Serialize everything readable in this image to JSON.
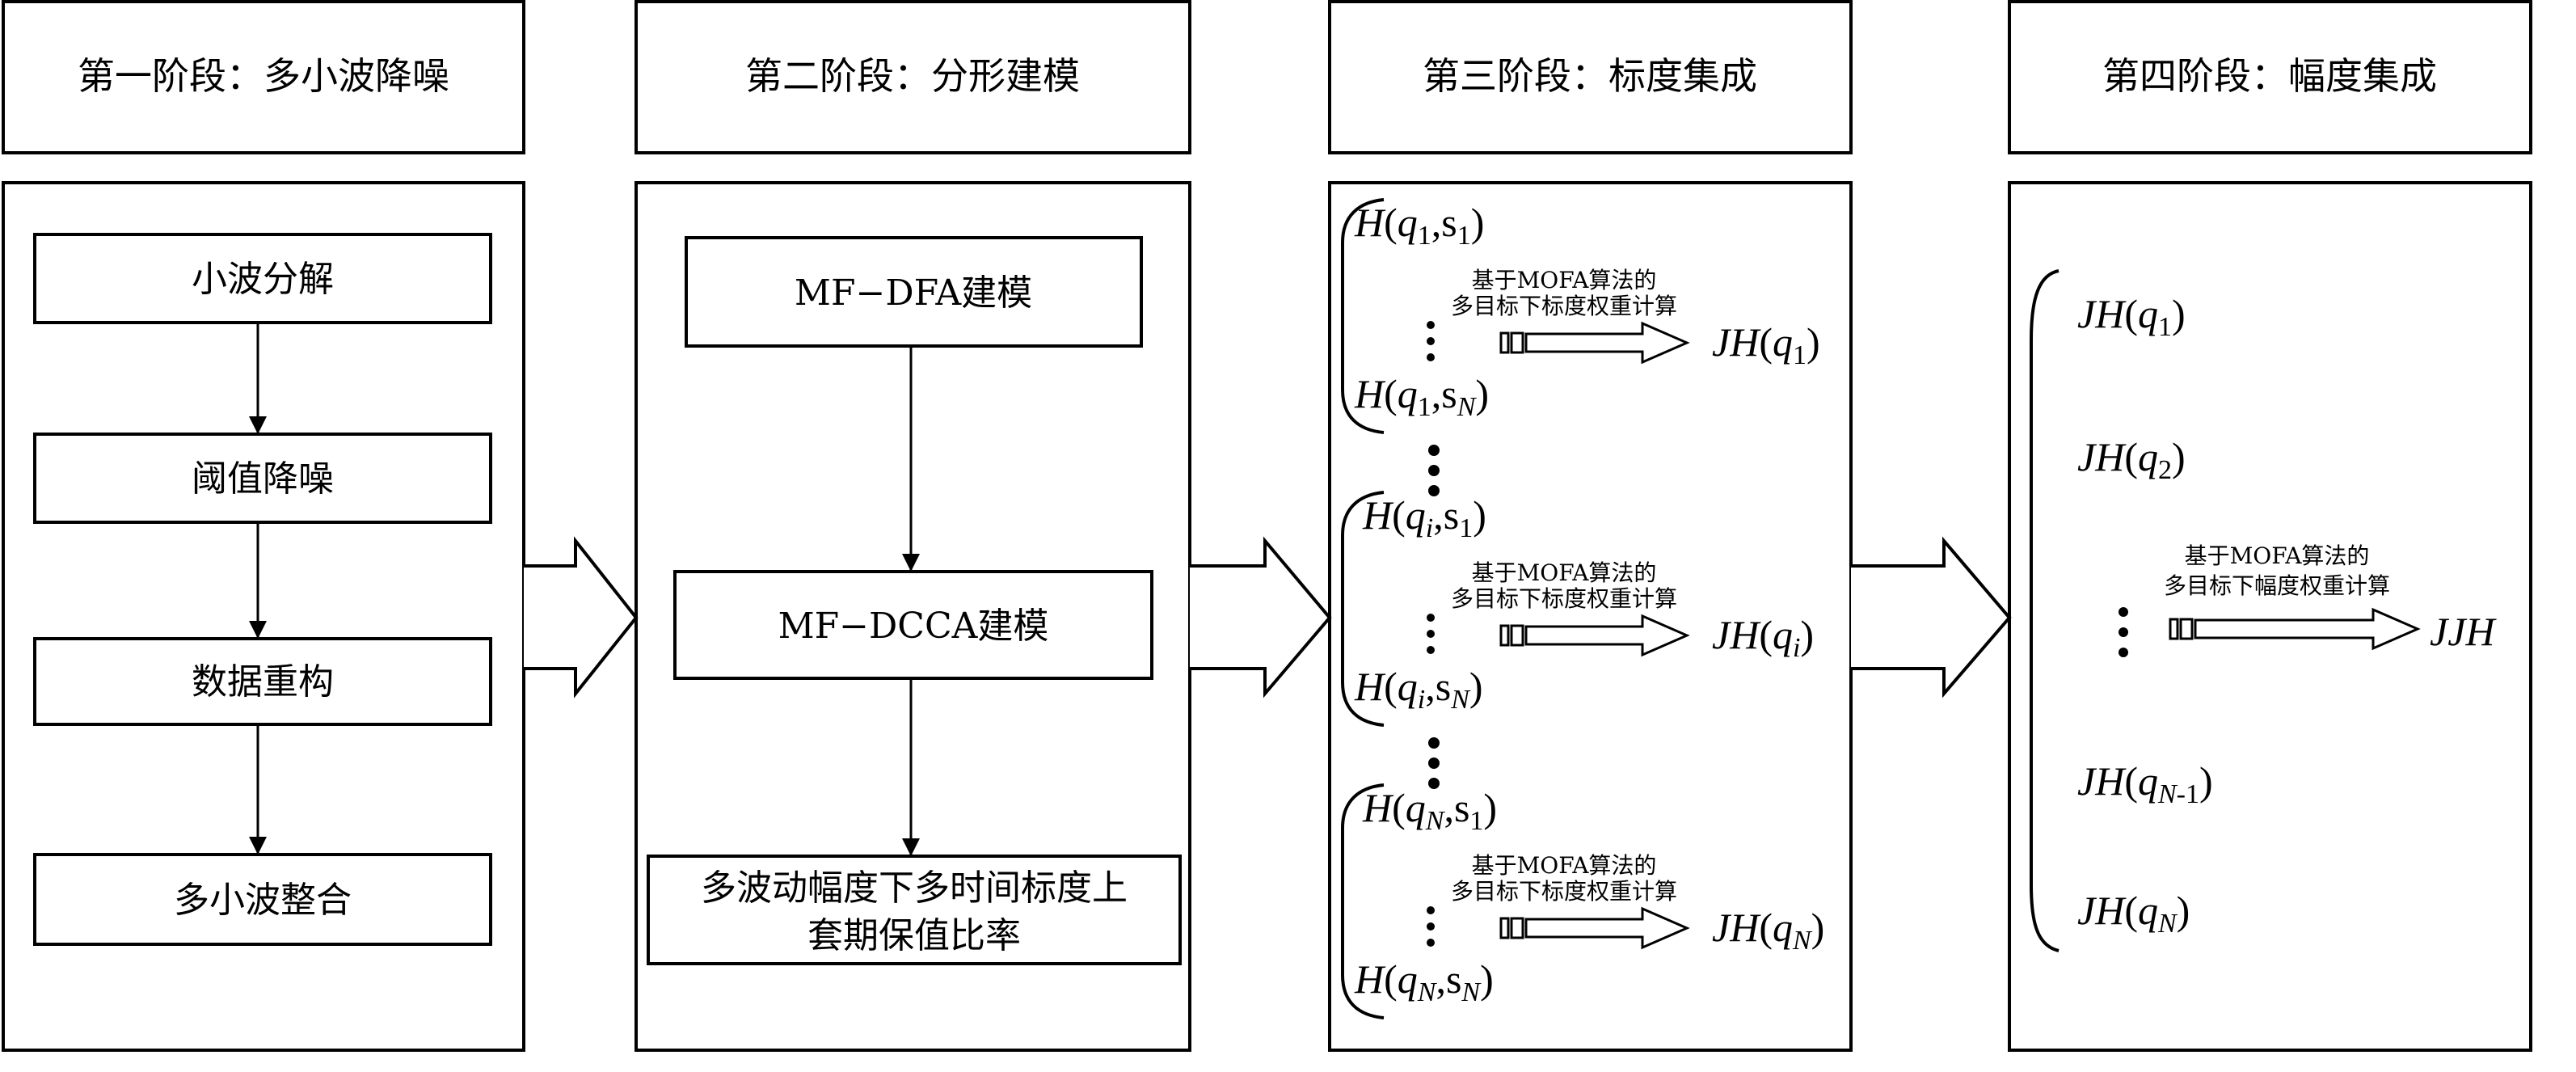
{
  "stages": [
    {
      "title": "第一阶段：多小波降噪",
      "steps": [
        "小波分解",
        "阈值降噪",
        "数据重构",
        "多小波整合"
      ]
    },
    {
      "title": "第二阶段：分形建模",
      "steps": [
        "MF−DFA建模",
        "MF−DCCA建模",
        "多波动幅度下多时间标度上",
        "套期保值比率"
      ]
    },
    {
      "title": "第三阶段：标度集成"
    },
    {
      "title": "第四阶段：幅度集成"
    }
  ],
  "stage3": {
    "caption_line1": "基于MOFA算法的",
    "caption_line2": "多目标下标度权重计算",
    "groups": [
      {
        "top": [
          {
            "t": "H",
            "s": "i"
          },
          {
            "t": "(",
            "s": "n"
          },
          {
            "t": "q",
            "s": "i"
          },
          {
            "t": "1",
            "s": "sub"
          },
          {
            "t": ",s",
            "s": "n"
          },
          {
            "t": "1",
            "s": "sub"
          },
          {
            "t": ")",
            "s": "n"
          }
        ],
        "bottom": [
          {
            "t": "H",
            "s": "i"
          },
          {
            "t": "(",
            "s": "n"
          },
          {
            "t": "q",
            "s": "i"
          },
          {
            "t": "1",
            "s": "sub"
          },
          {
            "t": ",s",
            "s": "n"
          },
          {
            "t": "N",
            "s": "isub"
          },
          {
            "t": ")",
            "s": "n"
          }
        ],
        "result": [
          {
            "t": "JH",
            "s": "i"
          },
          {
            "t": "(",
            "s": "n"
          },
          {
            "t": "q",
            "s": "i"
          },
          {
            "t": "1",
            "s": "sub"
          },
          {
            "t": ")",
            "s": "n"
          }
        ]
      },
      {
        "top": [
          {
            "t": "H",
            "s": "i"
          },
          {
            "t": "(",
            "s": "n"
          },
          {
            "t": "q",
            "s": "i"
          },
          {
            "t": "i",
            "s": "isub"
          },
          {
            "t": ",s",
            "s": "n"
          },
          {
            "t": "1",
            "s": "sub"
          },
          {
            "t": ")",
            "s": "n"
          }
        ],
        "bottom": [
          {
            "t": "H",
            "s": "i"
          },
          {
            "t": "(",
            "s": "n"
          },
          {
            "t": "q",
            "s": "i"
          },
          {
            "t": "i",
            "s": "isub"
          },
          {
            "t": ",s",
            "s": "n"
          },
          {
            "t": "N",
            "s": "isub"
          },
          {
            "t": ")",
            "s": "n"
          }
        ],
        "result": [
          {
            "t": "JH",
            "s": "i"
          },
          {
            "t": "(",
            "s": "n"
          },
          {
            "t": "q",
            "s": "i"
          },
          {
            "t": "i",
            "s": "isub"
          },
          {
            "t": ")",
            "s": "n"
          }
        ]
      },
      {
        "top": [
          {
            "t": "H",
            "s": "i"
          },
          {
            "t": "(",
            "s": "n"
          },
          {
            "t": "q",
            "s": "i"
          },
          {
            "t": "N",
            "s": "isub"
          },
          {
            "t": ",s",
            "s": "n"
          },
          {
            "t": "1",
            "s": "sub"
          },
          {
            "t": ")",
            "s": "n"
          }
        ],
        "bottom": [
          {
            "t": "H",
            "s": "i"
          },
          {
            "t": "(",
            "s": "n"
          },
          {
            "t": "q",
            "s": "i"
          },
          {
            "t": "N",
            "s": "isub"
          },
          {
            "t": ",s",
            "s": "n"
          },
          {
            "t": "N",
            "s": "isub"
          },
          {
            "t": ")",
            "s": "n"
          }
        ],
        "result": [
          {
            "t": "JH",
            "s": "i"
          },
          {
            "t": "(",
            "s": "n"
          },
          {
            "t": "q",
            "s": "i"
          },
          {
            "t": "N",
            "s": "isub"
          },
          {
            "t": ")",
            "s": "n"
          }
        ]
      }
    ]
  },
  "stage4": {
    "caption_line1": "基于MOFA算法的",
    "caption_line2": "多目标下幅度权重计算",
    "items": [
      [
        {
          "t": "JH",
          "s": "i"
        },
        {
          "t": "(",
          "s": "n"
        },
        {
          "t": "q",
          "s": "i"
        },
        {
          "t": "1",
          "s": "sub"
        },
        {
          "t": ")",
          "s": "n"
        }
      ],
      [
        {
          "t": "JH",
          "s": "i"
        },
        {
          "t": "(",
          "s": "n"
        },
        {
          "t": "q",
          "s": "i"
        },
        {
          "t": "2",
          "s": "sub"
        },
        {
          "t": ")",
          "s": "n"
        }
      ],
      [
        {
          "t": "JH",
          "s": "i"
        },
        {
          "t": "(",
          "s": "n"
        },
        {
          "t": "q",
          "s": "i"
        },
        {
          "t": "N",
          "s": "isub"
        },
        {
          "t": "-1",
          "s": "sub"
        },
        {
          "t": ")",
          "s": "n"
        }
      ],
      [
        {
          "t": "JH",
          "s": "i"
        },
        {
          "t": "(",
          "s": "n"
        },
        {
          "t": "q",
          "s": "i"
        },
        {
          "t": "N",
          "s": "isub"
        },
        {
          "t": ")",
          "s": "n"
        }
      ]
    ],
    "result": [
      {
        "t": "JJH",
        "s": "i"
      }
    ]
  }
}
